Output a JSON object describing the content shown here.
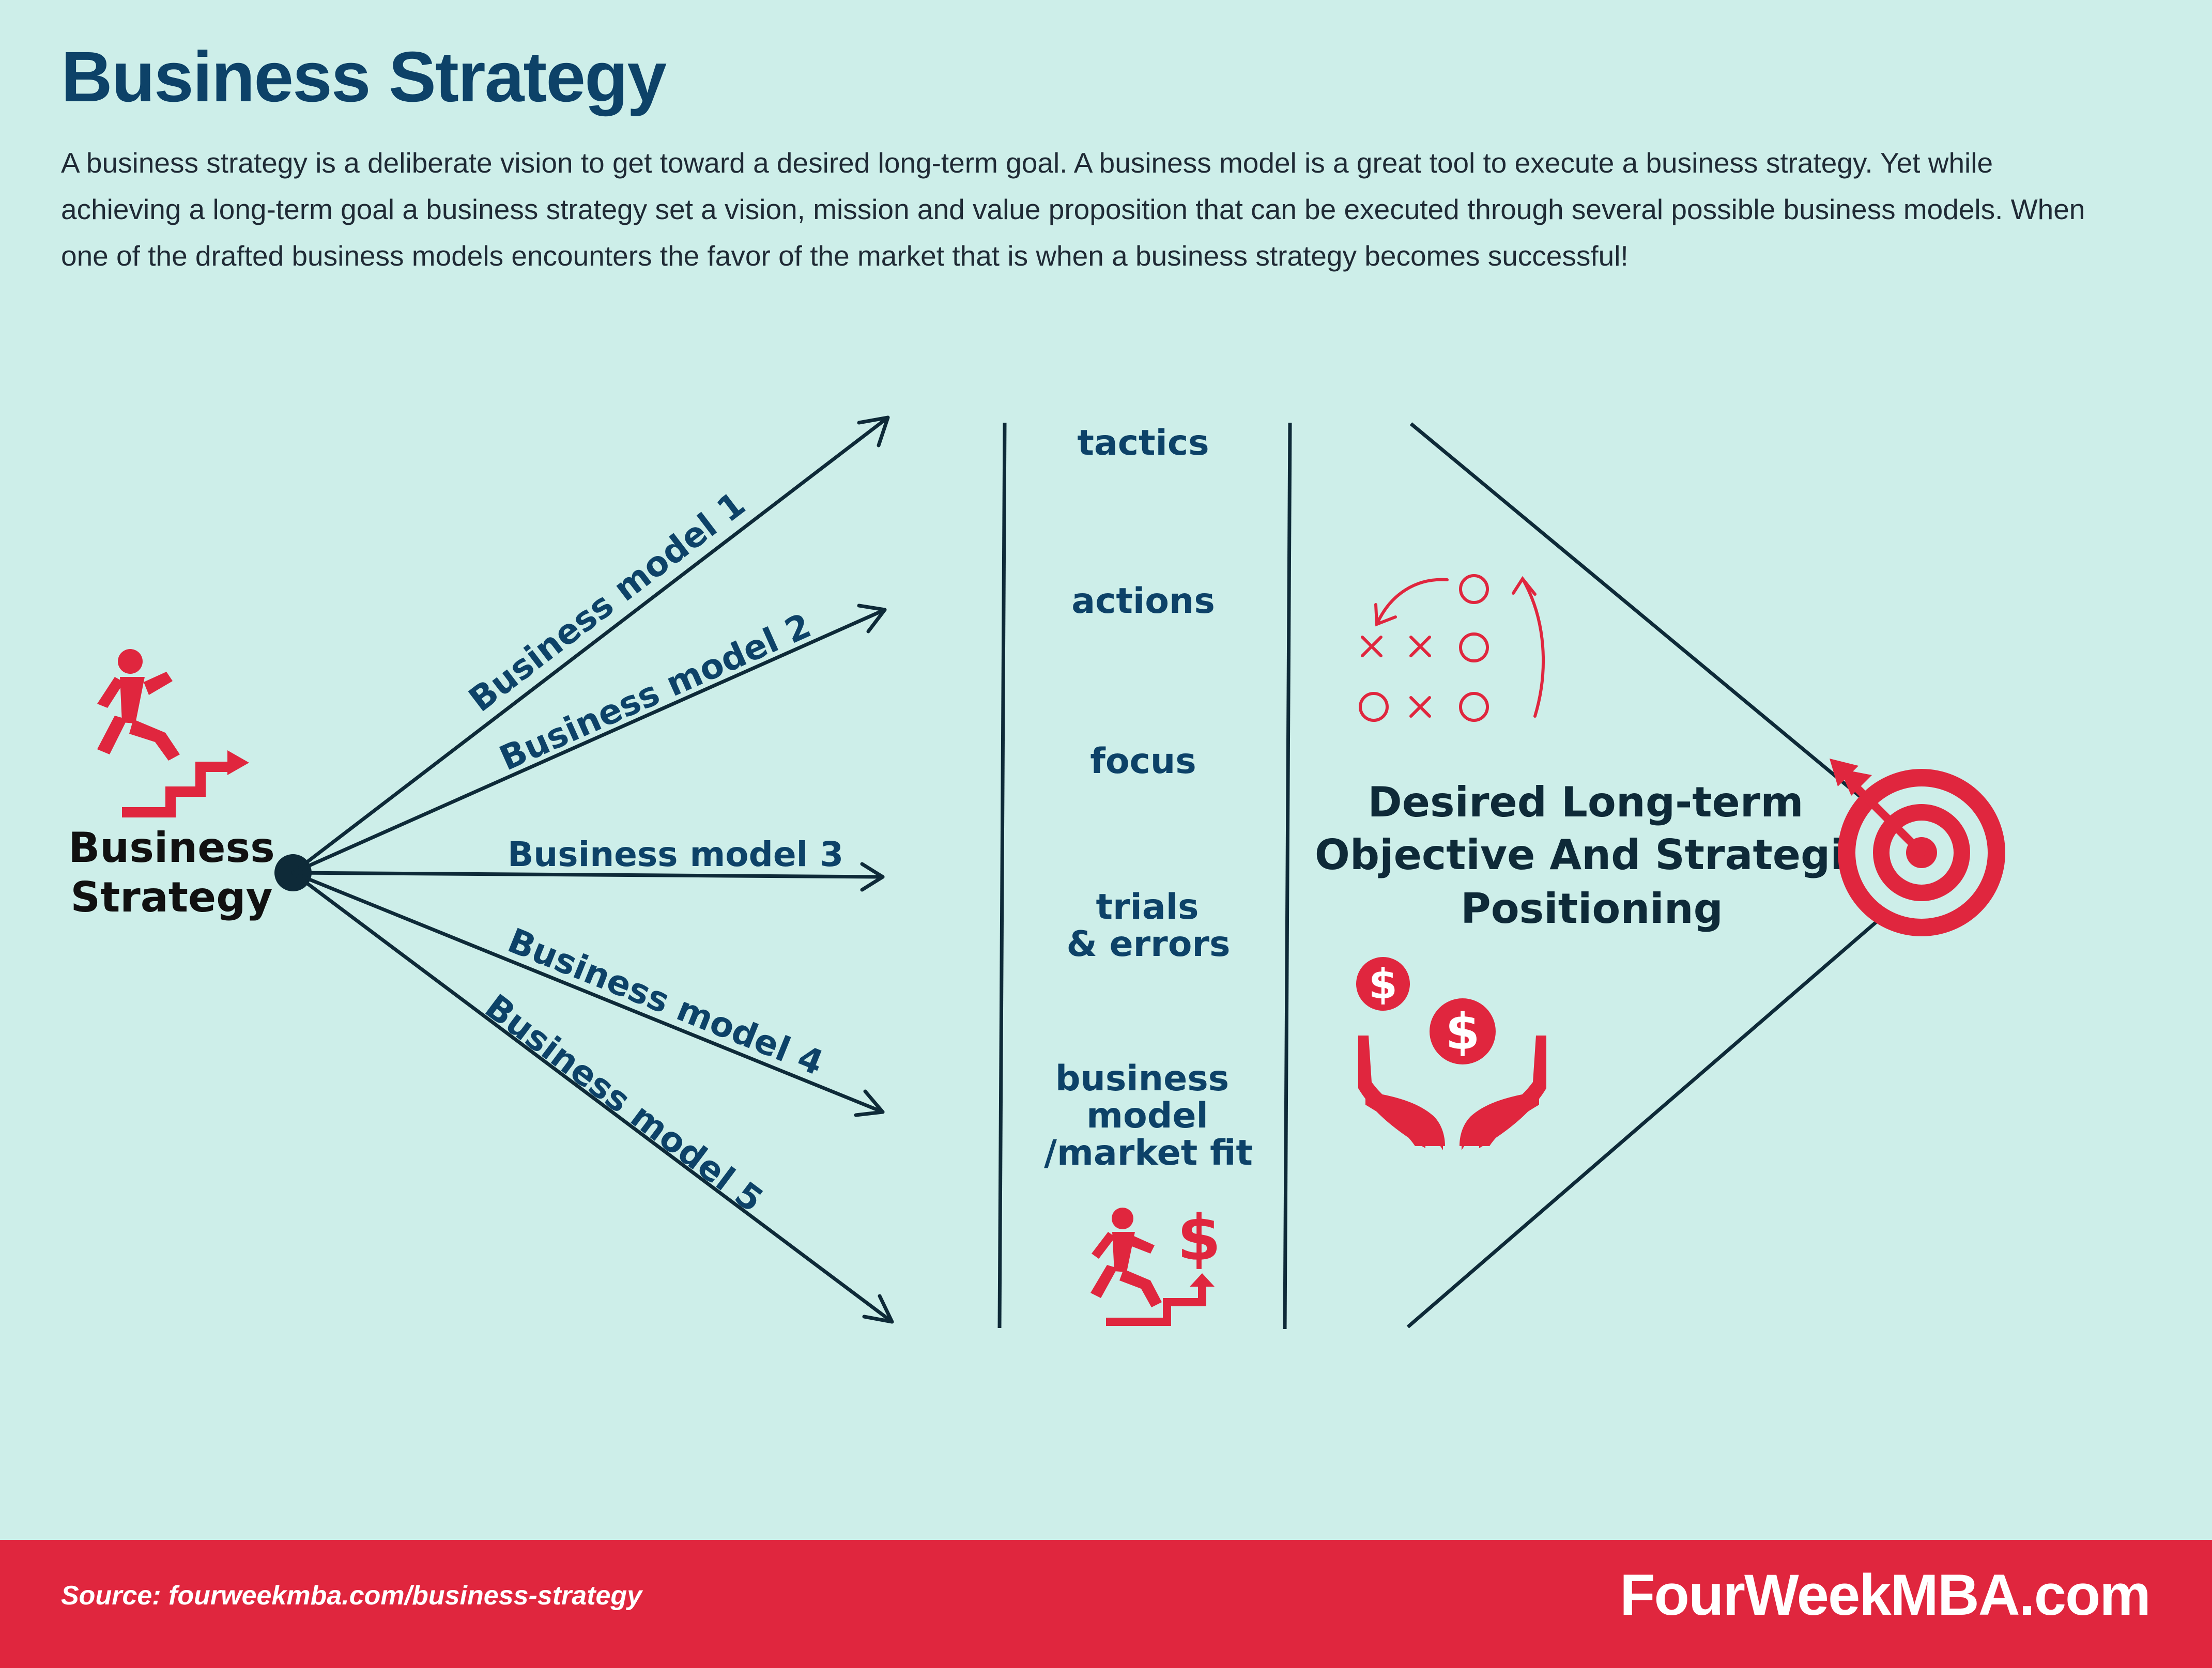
{
  "header": {
    "title": "Business Strategy",
    "description": "A business strategy is a deliberate vision to get toward a desired long-term goal. A business model is a great tool to execute a business strategy. Yet while achieving a long-term goal a business strategy set a vision, mission and value proposition that can be executed through several possible business models. When one of the drafted business models encounters the favor of the market that is when a business strategy becomes successful!"
  },
  "start": {
    "label_line1": "Business",
    "label_line2": "Strategy"
  },
  "business_models": [
    "Business model 1",
    "Business model 2",
    "Business model 3",
    "Business model 4",
    "Business model 5"
  ],
  "middle": {
    "tactics": "tactics",
    "actions": "actions",
    "focus": "focus",
    "trials_line1": "trials",
    "trials_line2": "& errors",
    "fit_line1": "business",
    "fit_line2": "model",
    "fit_line3": "/market fit"
  },
  "objective": {
    "line1": "Desired Long-term",
    "line2": "Objective And Strategic",
    "line3": "Positioning"
  },
  "footer": {
    "source": "Source: fourweekmba.com/business-strategy",
    "brand": "FourWeekMBA.com"
  },
  "colors": {
    "background": "#cdeee9",
    "navy": "#0d4268",
    "dark": "#0e2a38",
    "accent_red": "#e0263e"
  }
}
